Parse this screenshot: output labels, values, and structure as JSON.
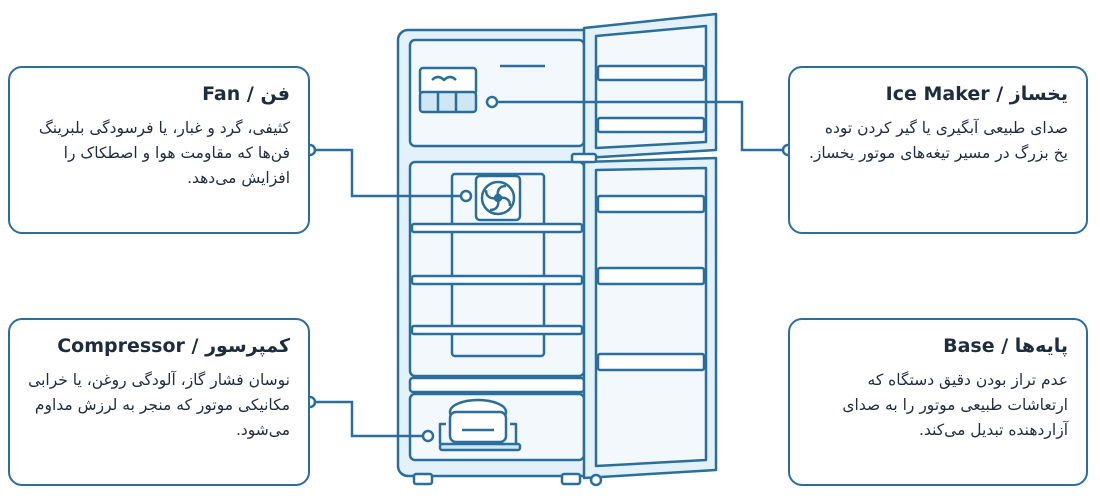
{
  "callouts": {
    "fan": {
      "title": "فن / Fan",
      "description": "کثیفی، گرد و غبار، یا فرسودگی بلبرینگ فن‌ها که مقاومت هوا و اصطکاک را افزایش می‌دهد."
    },
    "compressor": {
      "title": "کمپرسور / Compressor",
      "description": "نوسان فشار گاز، آلودگی روغن، یا خرابی مکانیکی موتور که منجر به لرزش مداوم می‌شود."
    },
    "icemaker": {
      "title": "یخساز / Ice Maker",
      "description": "صدای طبیعی آبگیری یا گیر کردن توده یخ بزرگ در مسیر تیغه‌های موتور یخساز."
    },
    "base": {
      "title": "پایه‌ها / Base",
      "description": "عدم تراز بودن دقیق دستگاه که ارتعاشات طبیعی موتور را به صدای آزاردهنده تبدیل می‌کند."
    }
  },
  "colors": {
    "outline": "#2a6f9c",
    "fill": "#e3f1fa",
    "fill_light": "#f2f8fc",
    "text": "#1d2c3f"
  },
  "icons": [
    "fan-icon",
    "compressor-icon",
    "ice-tray-icon"
  ]
}
